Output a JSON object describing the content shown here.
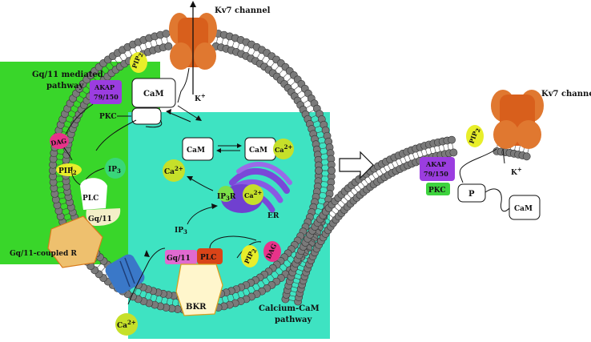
{
  "title_kv7_main": "Kv7 channel",
  "title_kv7_right": "Kv7 channel",
  "gq11_pathway_title": [
    "Gq/11 mediated",
    "pathway"
  ],
  "calcium_pathway_title": [
    "Calcium-CaM",
    "pathway"
  ],
  "labels": {
    "pip2_top": "PIP",
    "pip2_top_sub": "2",
    "akap": [
      "AKAP",
      "79/150"
    ],
    "cam_box": "CaM",
    "pkc": "PKC",
    "k_plus": "K",
    "k_plus_sup": "+",
    "dag_left": "DAG",
    "pip2_left": "PIP",
    "pip2_left_sub": "2",
    "ip3_left": "IP",
    "ip3_left_sub": "3",
    "plc_left": "PLC",
    "gq11_left": "Gq/11",
    "gq11_coupled_r": "Gq/11-coupled R",
    "cam_free": "CaM",
    "cam_bound": "CaM",
    "ca_bound": "Ca",
    "ca_bound_sup": "2+",
    "ca_free": "Ca",
    "ca_free_sup": "2+",
    "ip3r": "IP",
    "ip3r_sub": "3",
    "ip3r_r": "R",
    "ca_er": "Ca",
    "ca_er_sup": "2+",
    "er": "ER",
    "ip3_lower": "IP",
    "ip3_lower_sub": "3",
    "gq11_lower": "Gq/11",
    "plc_lower": "PLC",
    "pip2_lower": "PIP",
    "pip2_lower_sub": "2",
    "dag_lower": "DAG",
    "bkr": "BKR",
    "ca_channel": "Ca",
    "ca_channel_sup": "2+"
  },
  "right_labels": {
    "pip2": "PIP",
    "pip2_sub": "2",
    "akap": [
      "AKAP",
      "79/150"
    ],
    "pkc": "PKC",
    "p": "P",
    "k_plus": "K",
    "k_plus_sup": "+",
    "cam": "CaM"
  },
  "colors": {
    "gq_panel": "#39d62a",
    "ca_panel": "#3ee3c2",
    "akap": "#9b3de0",
    "channel": "#e07830",
    "dag": "#e8338a",
    "pip2": "#e8ee2a",
    "ip3": "#39d67a",
    "ca": "#c6e02a",
    "plc": "#d94418",
    "gq11": "#e06ad0",
    "bkr_fill": "#fff6cc",
    "bkr_stroke": "#d8a020",
    "ca_channel": "#3a78c8",
    "er": "#7a48d8",
    "lipid_head": "#7a7a7a",
    "gq_r": "#eec06e",
    "pkc_box": "#3ed33e"
  }
}
